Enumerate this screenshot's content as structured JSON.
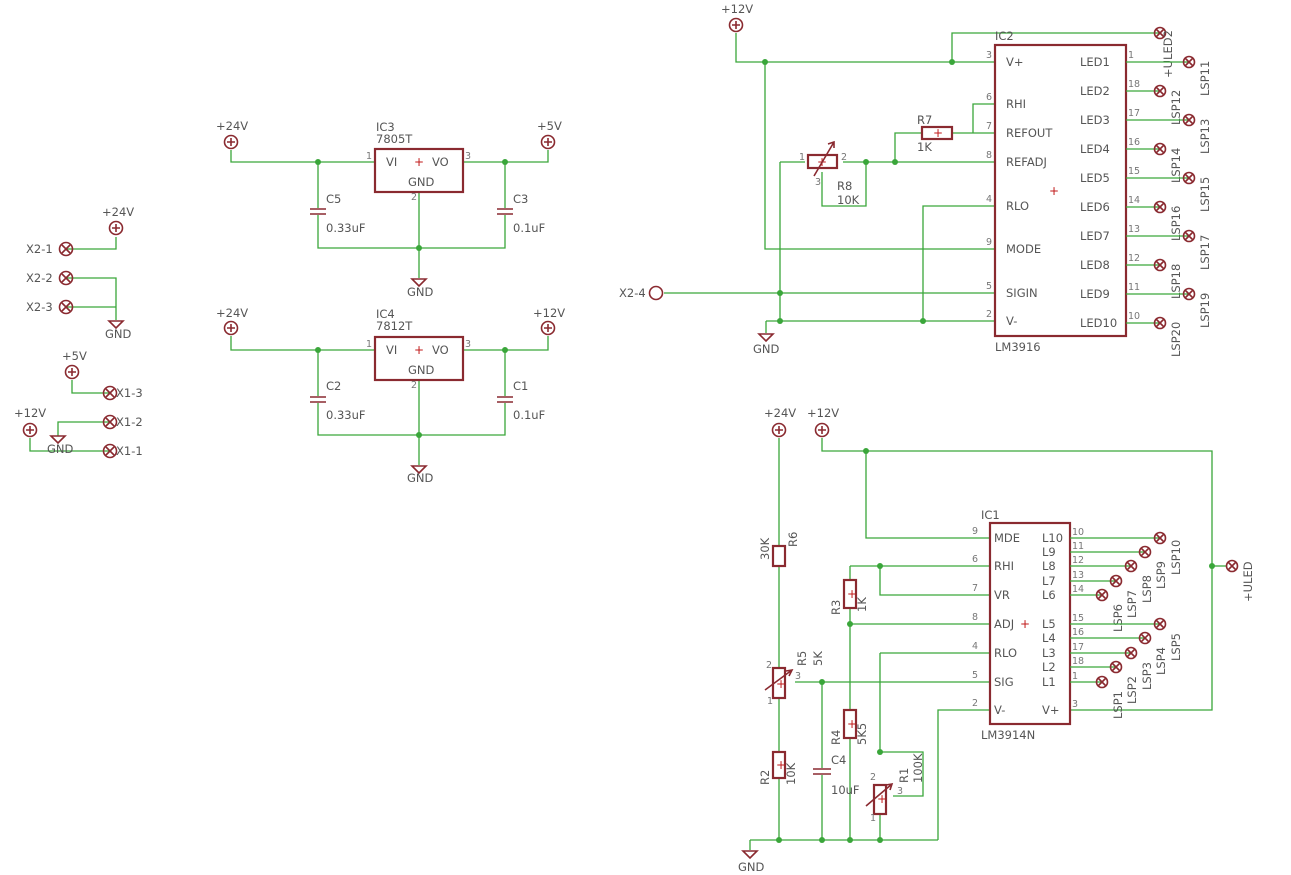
{
  "colors": {
    "wire": "#3aa63a",
    "symbol": "#8a2a30",
    "text": "#555555",
    "origin": "#c01818"
  },
  "labels": {
    "x2_24v": "+24V",
    "x2_1": "X2-1",
    "x2_2": "X2-2",
    "x2_3": "X2-3",
    "x2_gnd": "GND",
    "x1_5v": "+5V",
    "x1_3": "X1-3",
    "x1_12v": "+12V",
    "x1_2": "X1-2",
    "x1_gnd": "GND",
    "x1_1": "X1-1",
    "ic3_in": "+24V",
    "ic3_name": "IC3",
    "ic3_type": "7805T",
    "ic3_out": "+5V",
    "ic3_vi": "VI",
    "ic3_vo": "VO",
    "ic3_gnd": "GND",
    "ic3_p1": "1",
    "ic3_p2": "2",
    "ic3_p3": "3",
    "c5_name": "C5",
    "c5_val": "0.33uF",
    "c3_name": "C3",
    "c3_val": "0.1uF",
    "ic3_gndsym": "GND",
    "ic4_in": "+24V",
    "ic4_name": "IC4",
    "ic4_type": "7812T",
    "ic4_out": "+12V",
    "ic4_vi": "VI",
    "ic4_vo": "VO",
    "ic4_gnd": "GND",
    "ic4_p1": "1",
    "ic4_p2": "2",
    "ic4_p3": "3",
    "c2_name": "C2",
    "c2_val": "0.33uF",
    "c1_name": "C1",
    "c1_val": "0.1uF",
    "ic4_gndsym": "GND",
    "ic2_supply": "+12V",
    "ic2_name": "IC2",
    "ic2_type": "LM3916",
    "uled2": "+ULED2",
    "ic2_left_pins": [
      {
        "n": "3",
        "name": "V+"
      },
      {
        "n": "6",
        "name": "RHI"
      },
      {
        "n": "7",
        "name": "REFOUT"
      },
      {
        "n": "8",
        "name": "REFADJ"
      },
      {
        "n": "4",
        "name": "RLO"
      },
      {
        "n": "9",
        "name": "MODE"
      },
      {
        "n": "5",
        "name": "SIGIN"
      },
      {
        "n": "2",
        "name": "V-"
      }
    ],
    "ic2_right_pins": [
      {
        "n": "1",
        "name": "LED1",
        "sp": "LSP11"
      },
      {
        "n": "18",
        "name": "LED2",
        "sp": "LSP12"
      },
      {
        "n": "17",
        "name": "LED3",
        "sp": "LSP13"
      },
      {
        "n": "16",
        "name": "LED4",
        "sp": "LSP14"
      },
      {
        "n": "15",
        "name": "LED5",
        "sp": "LSP15"
      },
      {
        "n": "14",
        "name": "LED6",
        "sp": "LSP16"
      },
      {
        "n": "13",
        "name": "LED7",
        "sp": "LSP17"
      },
      {
        "n": "12",
        "name": "LED8",
        "sp": "LSP18"
      },
      {
        "n": "11",
        "name": "LED9",
        "sp": "LSP19"
      },
      {
        "n": "10",
        "name": "LED10",
        "sp": "LSP20"
      }
    ],
    "r7_name": "R7",
    "r7_val": "1K",
    "r8_name": "R8",
    "r8_val": "10K",
    "r8_p1": "1",
    "r8_p2": "2",
    "r8_p3": "3",
    "x2_4": "X2-4",
    "ic2_gnd": "GND",
    "ic1_24v": "+24V",
    "ic1_12v": "+12V",
    "ic1_name": "IC1",
    "ic1_type": "LM3914N",
    "uled": "+ULED",
    "ic1_left_pins": [
      {
        "n": "9",
        "name": "MDE"
      },
      {
        "n": "6",
        "name": "RHI"
      },
      {
        "n": "7",
        "name": "VR"
      },
      {
        "n": "8",
        "name": "ADJ"
      },
      {
        "n": "4",
        "name": "RLO"
      },
      {
        "n": "5",
        "name": "SIG"
      },
      {
        "n": "2",
        "name": "V-"
      }
    ],
    "ic1_right_pins": [
      {
        "n": "10",
        "name": "L10"
      },
      {
        "n": "11",
        "name": "L9"
      },
      {
        "n": "12",
        "name": "L8"
      },
      {
        "n": "13",
        "name": "L7"
      },
      {
        "n": "14",
        "name": "L6"
      },
      {
        "n": "15",
        "name": "L5"
      },
      {
        "n": "16",
        "name": "L4"
      },
      {
        "n": "17",
        "name": "L3"
      },
      {
        "n": "18",
        "name": "L2"
      },
      {
        "n": "1",
        "name": "L1"
      },
      {
        "n": "3",
        "name": "V+"
      }
    ],
    "ic1_sp": [
      "LSP10",
      "LSP9",
      "LSP8",
      "LSP7",
      "LSP6",
      "LSP5",
      "LSP4",
      "LSP3",
      "LSP2",
      "LSP1"
    ],
    "r6_name": "R6",
    "r6_val": "30K",
    "r5_name": "R5",
    "r5_val": "5K",
    "r5_p1": "1",
    "r5_p2": "2",
    "r5_p3": "3",
    "r3_name": "R3",
    "r3_val": "1K",
    "r4_name": "R4",
    "r4_val": "5K5",
    "r2_name": "R2",
    "r2_val": "10K",
    "c4_name": "C4",
    "c4_val": "10uF",
    "r1_name": "R1",
    "r1_val": "100K",
    "r1_p1": "1",
    "r1_p2": "2",
    "r1_p3": "3",
    "ic1_gnd": "GND"
  }
}
